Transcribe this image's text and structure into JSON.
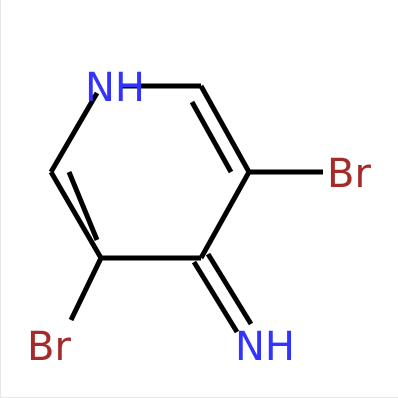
{
  "molecule": {
    "atoms": {
      "n_ring": {
        "label": "NH"
      },
      "br_right": {
        "label": "Br"
      },
      "br_left": {
        "label": "Br"
      },
      "n_imine": {
        "label": "NH"
      }
    }
  },
  "colors": {
    "bond": "#000000",
    "nitrogen": "#3333ff",
    "bromine": "#a52a2a",
    "frame": "#e6e6e6"
  }
}
